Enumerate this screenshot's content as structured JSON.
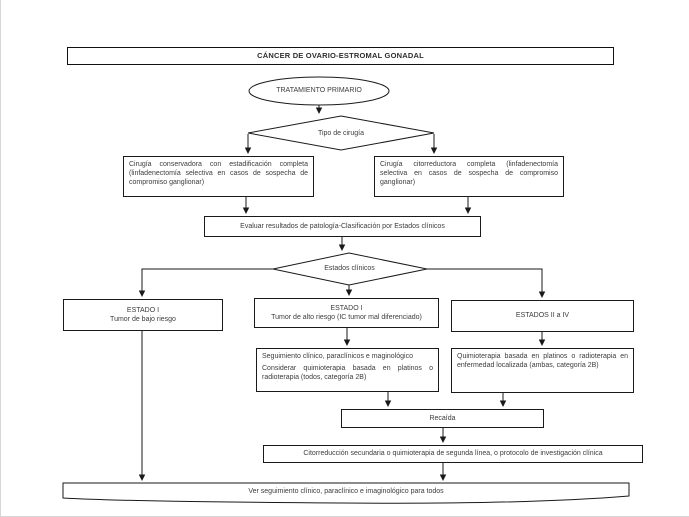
{
  "header": {
    "title": "CÁNCER DE OVARIO-ESTROMAL GONADAL"
  },
  "flow": {
    "primary_treatment": {
      "label": "TRATAMIENTO PRIMARIO"
    },
    "surgery_type": {
      "label": "Tipo de cirugía"
    },
    "conservative_surgery": {
      "text": "Cirugía conservadora con estadificación completa (linfadenectomía selectiva en casos de sospecha de compromiso ganglionar)"
    },
    "cytoreductive_surgery": {
      "text": "Cirugía citorreductora completa (linfadenectomía selectiva en casos de sospecha de compromiso ganglionar)"
    },
    "evaluate_pathology": {
      "text": "Evaluar resultados de patología-Clasificación por Estados clínicos"
    },
    "clinical_stages": {
      "label": "Estados clínicos"
    },
    "stage_i_low_risk": {
      "line1": "ESTADO I",
      "line2": "Tumor de bajo riesgo"
    },
    "stage_i_high_risk": {
      "line1": "ESTADO I",
      "line2": "Tumor de alto riesgo (IC tumor mal diferenciado)"
    },
    "stages_ii_iv": {
      "text": "ESTADOS II a IV"
    },
    "followup_consider": {
      "line1": "Seguimiento clínico, paraclínicos e maginológico",
      "line2": "Considerar quimioterapia basada en platinos o radioterapia (todos, categoría 2B)"
    },
    "chemo_localized": {
      "text": "Quimioterapia basada en platinos o radioterapia en enfermedad localizada (ambas, categoría 2B)"
    },
    "relapse": {
      "text": "Recaída"
    },
    "second_line": {
      "text": "Citorreducción secundaria o quimioterapia de segunda línea, o protocolo de investigación clínica"
    },
    "final_followup": {
      "text": "Ver seguimiento clínico, paraclínico e imaginológico para todos"
    }
  },
  "colors": {
    "line": "#1a1a1a",
    "text": "#3c3c3c",
    "background": "#ffffff"
  }
}
